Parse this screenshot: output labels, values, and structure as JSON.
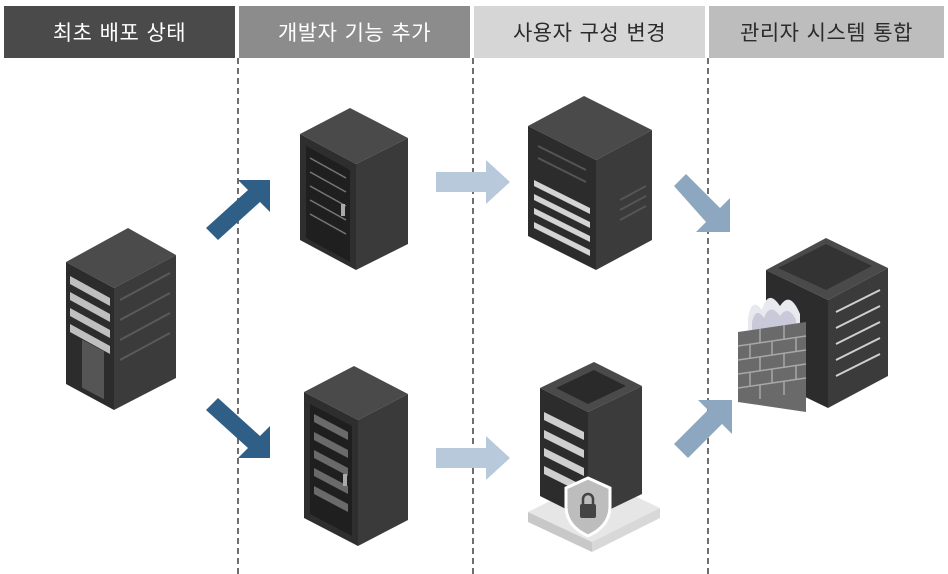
{
  "stages": [
    {
      "label": "최초 배포 상태"
    },
    {
      "label": "개발자 기능 추가"
    },
    {
      "label": "사용자 구성 변경"
    },
    {
      "label": "관리자 시스템 통합"
    }
  ],
  "colors": {
    "stage1_bg": "#4a4a4a",
    "stage2_bg": "#8c8c8c",
    "stage3_bg": "#d6d6d6",
    "stage4_bg": "#bdbdbd",
    "dark_arrow": "#2f5f86",
    "light_arrow": "#b8c9dc",
    "mid_arrow": "#8ea7c1"
  },
  "icons": [
    "server-rack-icon",
    "rack-cabinet-icon",
    "server-tower-icon",
    "secure-server-icon",
    "firewall-server-icon"
  ]
}
